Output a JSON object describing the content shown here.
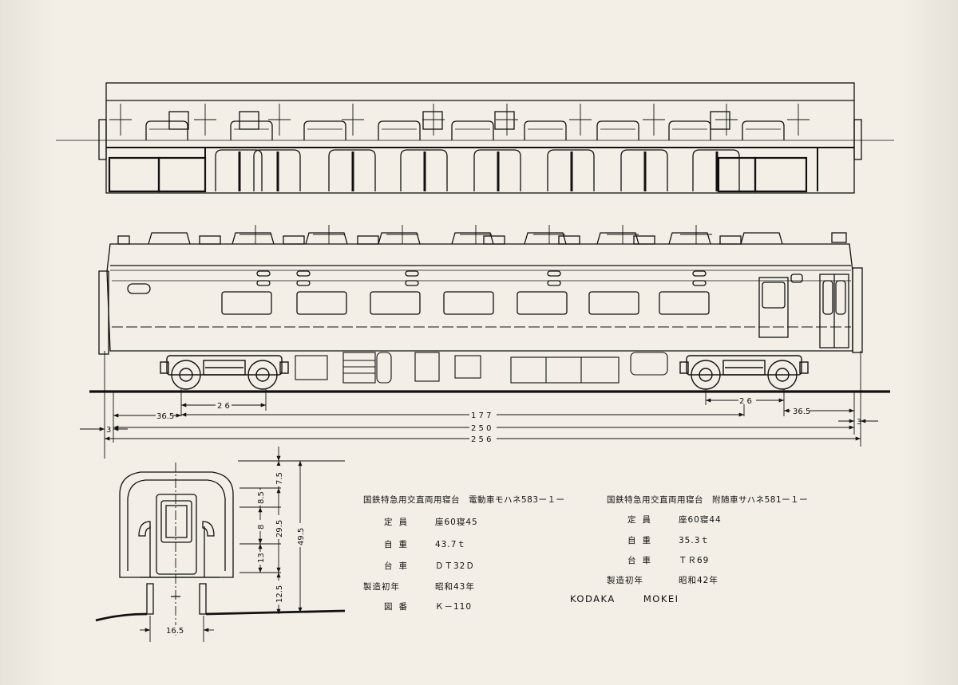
{
  "dimensions": {
    "bogie_offset_left": "36.5",
    "bogie_wheelbase_left": "2 6",
    "bogie_wheelbase_right": "2 6",
    "bogie_offset_right": "36.5",
    "end_left": "3",
    "end_right": "3",
    "bogie_centers": "1 7 7",
    "body_length": "2 5 0",
    "overall_length": "2 5 6",
    "section_heights": [
      "7.5",
      "8.5",
      "8",
      "13",
      "12.5"
    ],
    "height_mid": "29.5",
    "height_total": "49.5",
    "gauge_width": "16.5"
  },
  "spec_left": {
    "title": "国鉄特急用交直両用寝台　電動車モハネ583ー１ー",
    "rows": [
      {
        "label": "定員",
        "value": "座60寝45"
      },
      {
        "label": "自重",
        "value": "43.7ｔ"
      },
      {
        "label": "台車",
        "value": "ＤＴ32Ｄ"
      },
      {
        "label": "製造初年",
        "value": "昭和43年"
      },
      {
        "label": "図番",
        "value": "Ｋ－110"
      }
    ]
  },
  "spec_right": {
    "title": "国鉄特急用交直両用寝台　附随車サハネ581ー１ー",
    "rows": [
      {
        "label": "定員",
        "value": "座60寝44"
      },
      {
        "label": "自重",
        "value": "35.3ｔ"
      },
      {
        "label": "台車",
        "value": "ＴＲ69"
      },
      {
        "label": "製造初年",
        "value": "昭和42年"
      }
    ]
  },
  "maker": "KODAKA  MOKEI"
}
